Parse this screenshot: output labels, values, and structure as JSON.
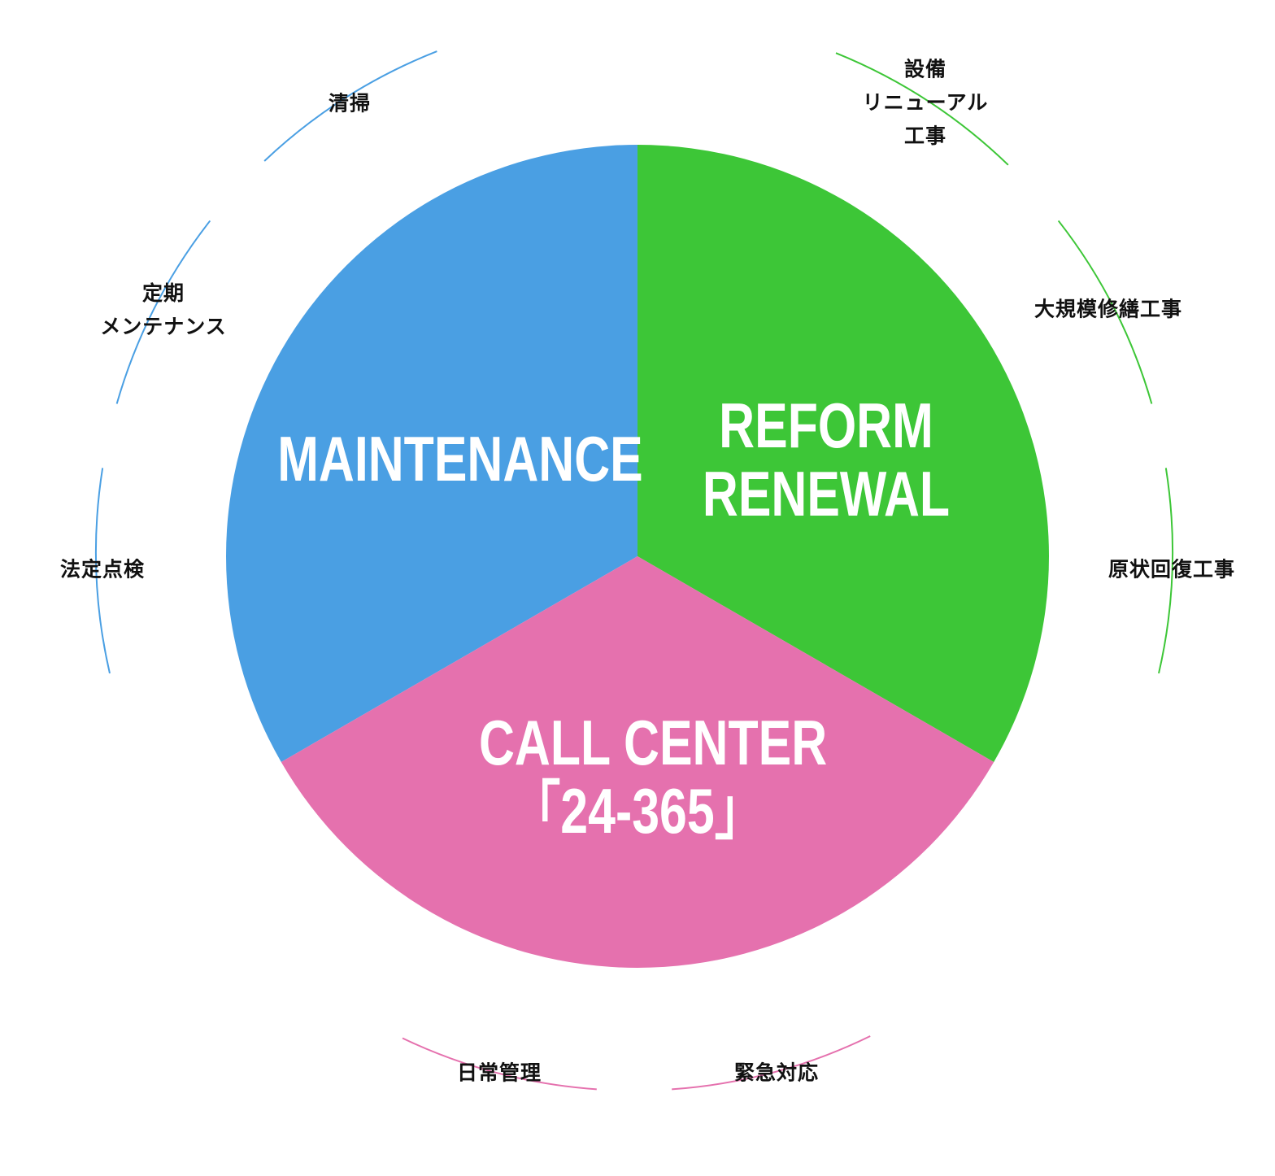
{
  "diagram": {
    "type": "service-wheel",
    "colors": {
      "maintenance": "#4A9FE3",
      "reform": "#3DC637",
      "callcenter": "#E571AE",
      "label_text": "#111111",
      "core_text": "#ffffff",
      "background": "#ffffff"
    },
    "segments": [
      {
        "id": "maintenance",
        "lines": [
          "MAINTENANCE"
        ],
        "color": "#4A9FE3",
        "start_deg": 240,
        "end_deg": 360
      },
      {
        "id": "reform",
        "lines": [
          "REFORM",
          "RENEWAL"
        ],
        "color": "#3DC637",
        "start_deg": 0,
        "end_deg": 120
      },
      {
        "id": "callcenter",
        "lines": [
          "CALL CENTER",
          "「24-365」"
        ],
        "color": "#E571AE",
        "start_deg": 120,
        "end_deg": 240
      }
    ],
    "services": [
      {
        "id": "cleaning",
        "lines": [
          "清掃"
        ],
        "group": "maintenance"
      },
      {
        "id": "equipment-renewal",
        "lines": [
          "設備",
          "リニューアル",
          "工事"
        ],
        "group": "reform"
      },
      {
        "id": "large-repair",
        "lines": [
          "大規模修繕工事"
        ],
        "group": "reform"
      },
      {
        "id": "restoration",
        "lines": [
          "原状回復工事"
        ],
        "group": "reform"
      },
      {
        "id": "emergency",
        "lines": [
          "緊急対応"
        ],
        "group": "callcenter"
      },
      {
        "id": "daily-management",
        "lines": [
          "日常管理"
        ],
        "group": "callcenter"
      },
      {
        "id": "legal-inspection",
        "lines": [
          "法定点検"
        ],
        "group": "maintenance"
      },
      {
        "id": "periodic-maintenance",
        "lines": [
          "定期",
          "メンテナンス"
        ],
        "group": "maintenance"
      }
    ]
  }
}
